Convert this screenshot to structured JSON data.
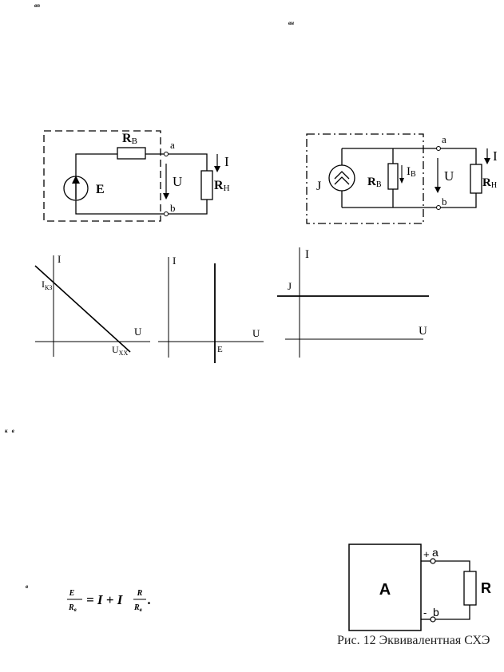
{
  "fragments": {
    "top_left": "вп",
    "top_mid": "вн",
    "mid_left": "к   в",
    "lower_left": "в"
  },
  "circuit_source": {
    "rv_main": "R",
    "rv_sub": "В",
    "node_a": "a",
    "node_b": "b",
    "current": "I",
    "voltage": "U",
    "emf": "E",
    "rn_main": "R",
    "rn_sub": "Н"
  },
  "circuit_current": {
    "source": "J",
    "rv_main": "R",
    "rv_sub": "В",
    "iv_main": "I",
    "iv_sub": "В",
    "node_a": "a",
    "node_b": "b",
    "current": "I",
    "voltage": "U",
    "rn_main": "R",
    "rn_sub": "Н"
  },
  "chart_data": [
    {
      "type": "line",
      "ylabel": "I",
      "xlabel": "U",
      "y_intercept_label": "I",
      "y_intercept_sub": "КЗ",
      "x_intercept_label": "U",
      "x_intercept_sub": "ХХ"
    },
    {
      "type": "line",
      "ylabel": "I",
      "xlabel": "U",
      "x_intercept_label": "E"
    },
    {
      "type": "line",
      "ylabel": "I",
      "xlabel": "U",
      "y_intercept_label": "J"
    }
  ],
  "formula": {
    "lhs_num": "E",
    "lhs_den_main": "R",
    "lhs_den_sub": "в",
    "eq": "= I + I",
    "rhs_num": "R",
    "rhs_den_main": "R",
    "rhs_den_sub": "в",
    "end": "."
  },
  "equivalent": {
    "box": "A",
    "plus": "+",
    "minus": "-",
    "node_a": "a",
    "node_b": "b",
    "resistor": "R",
    "caption": "Рис. 12 Эквивалентная СХЭ"
  }
}
